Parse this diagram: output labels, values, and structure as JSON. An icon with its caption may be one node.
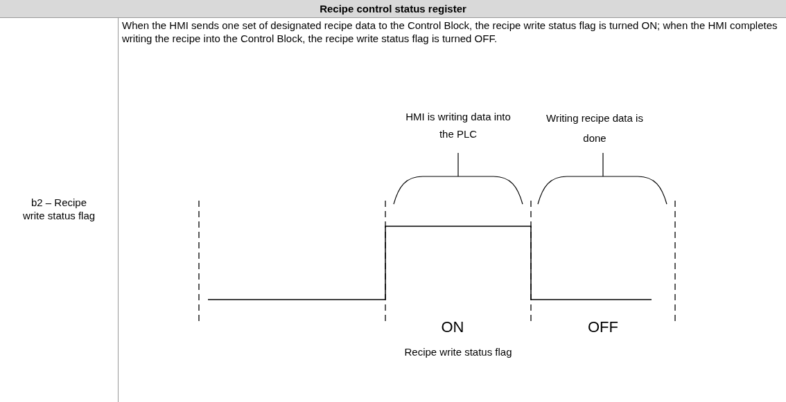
{
  "diagram": {
    "title": "Recipe control status register",
    "caption": "Recipe write status flag",
    "labels": [
      "b2 – Recipe write status flag",
      "When the HMI sends one set of designated recipe data to the Control Block, the recipe write status flag is turned ON; when the HMI completes writing the recipe into the Control Block, the recipe write status flag is turned OFF.",
      "HMI is writing data into the PLC",
      "Writing recipe data is done",
      "ON",
      "OFF"
    ]
  }
}
